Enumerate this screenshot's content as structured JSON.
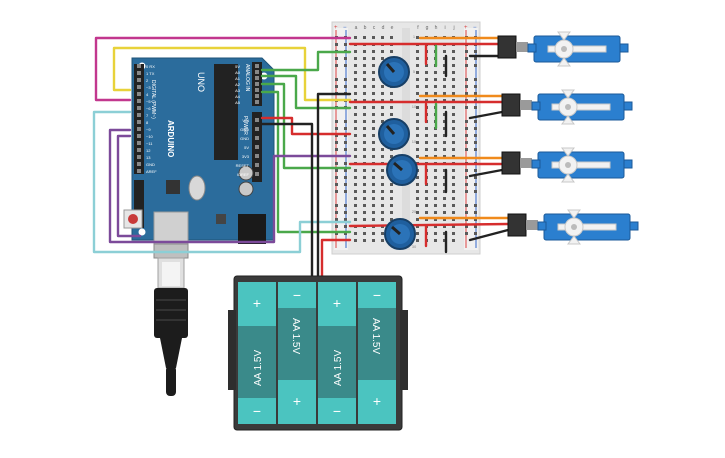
{
  "arduino": {
    "brand": "UNO",
    "logo": "ARDUINO",
    "digital_label": "DIGITAL (PWM~)",
    "analog_label": "ANALOG IN",
    "power_label": "POWER",
    "pin_labels_top": [
      "5V",
      "A0",
      "A1",
      "A2",
      "A3",
      "A4",
      "A5"
    ],
    "pin_labels_left": [
      "0 RX",
      "1 TX",
      "2",
      "~3",
      "4",
      "~5",
      "~6",
      "7",
      "8",
      "~9",
      "~10",
      "~11",
      "12",
      "13",
      "GND",
      "AREF"
    ],
    "power_pins": [
      "VIN",
      "GND",
      "GND",
      "5V",
      "3V3",
      "RESET",
      "IOREF"
    ],
    "colors": {
      "board": "#2b6c9c",
      "board_dark": "#1f5378"
    }
  },
  "breadboard": {
    "col_letters_left": [
      "a",
      "b",
      "c",
      "d",
      "e"
    ],
    "col_letters_right": [
      "f",
      "g",
      "h",
      "i",
      "j"
    ],
    "row_numbers": [
      "1",
      "5",
      "10",
      "15",
      "20",
      "25",
      "30"
    ],
    "rail_plus": "+",
    "rail_minus": "−"
  },
  "battery_pack": {
    "cells": [
      {
        "label": "AA 1.5V",
        "orientation": "up"
      },
      {
        "label": "AA 1.5V",
        "orientation": "down"
      },
      {
        "label": "AA 1.5V",
        "orientation": "up"
      },
      {
        "label": "AA 1.5V",
        "orientation": "down"
      }
    ],
    "plus": "+",
    "minus": "−",
    "colors": {
      "cell": "#3a8a8a",
      "cap": "#4bc4c0",
      "case": "#3a3a3a"
    }
  },
  "potentiometers": [
    {
      "id": "pot-1"
    },
    {
      "id": "pot-2"
    },
    {
      "id": "pot-3"
    },
    {
      "id": "pot-4"
    }
  ],
  "servos": [
    {
      "id": "servo-1"
    },
    {
      "id": "servo-2"
    },
    {
      "id": "servo-3"
    },
    {
      "id": "servo-4"
    }
  ],
  "wire_colors": {
    "magenta": "#c2378e",
    "yellow": "#e8d23a",
    "green": "#4aa84a",
    "cyan": "#8ccfd6",
    "purple": "#7c4a9a",
    "red": "#d62d2d",
    "black": "#222222",
    "orange": "#f08a1c",
    "brown": "#7a4a1e"
  },
  "icons": {
    "usb": "usb-cable-icon",
    "reset": "reset-button-icon",
    "dc": "dc-jack-icon"
  }
}
